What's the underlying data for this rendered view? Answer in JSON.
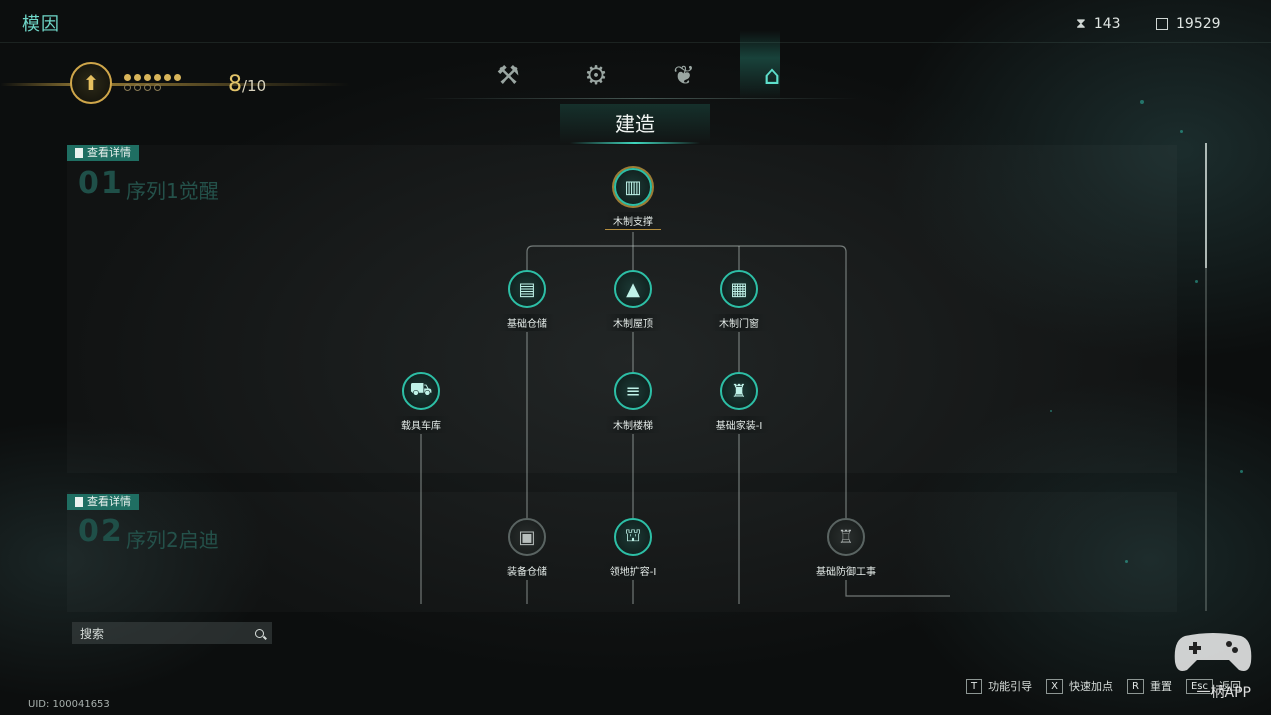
{
  "header": {
    "title": "模因",
    "currency": [
      {
        "icon": "hourglass-icon",
        "value": "143"
      },
      {
        "icon": "cube-icon",
        "value": "19529"
      }
    ]
  },
  "level": {
    "current": "8",
    "max": "/10",
    "dots_filled": 6,
    "dots_total": 10
  },
  "tabs": [
    {
      "name": "tab-tools",
      "icon": "hammer-icon",
      "glyph": "⚒"
    },
    {
      "name": "tab-workbench",
      "icon": "workbench-icon",
      "glyph": "⚙"
    },
    {
      "name": "tab-farming",
      "icon": "plant-icon",
      "glyph": "❦"
    },
    {
      "name": "tab-building",
      "icon": "house-icon",
      "glyph": "⌂"
    }
  ],
  "section": {
    "title": "建造"
  },
  "sequences": [
    {
      "detail": "查看详情",
      "num": "01",
      "name": "序列1觉醒"
    },
    {
      "detail": "查看详情",
      "num": "02",
      "name": "序列2启迪"
    }
  ],
  "nodes": [
    {
      "label": "木制支撑",
      "glyph": "▥"
    },
    {
      "label": "基础仓储",
      "glyph": "▤"
    },
    {
      "label": "木制屋顶",
      "glyph": "▲"
    },
    {
      "label": "木制门窗",
      "glyph": "▦"
    },
    {
      "label": "载具车库",
      "glyph": "⛟"
    },
    {
      "label": "木制楼梯",
      "glyph": "≡"
    },
    {
      "label": "基础家装-I",
      "glyph": "♜"
    },
    {
      "label": "装备仓储",
      "glyph": "▣"
    },
    {
      "label": "领地扩容-I",
      "glyph": "⛫"
    },
    {
      "label": "基础防御工事",
      "glyph": "♖"
    }
  ],
  "search": {
    "placeholder": "搜索"
  },
  "uid": "UID: 100041653",
  "hotkeys": [
    {
      "key": "T",
      "label": "功能引导"
    },
    {
      "key": "X",
      "label": "快速加点"
    },
    {
      "key": "R",
      "label": "重置"
    },
    {
      "key": "Esc",
      "label": "返回"
    }
  ],
  "watermark": "一柄APP",
  "colors": {
    "accent": "#2dbfa6",
    "gold": "#cfa64a"
  }
}
